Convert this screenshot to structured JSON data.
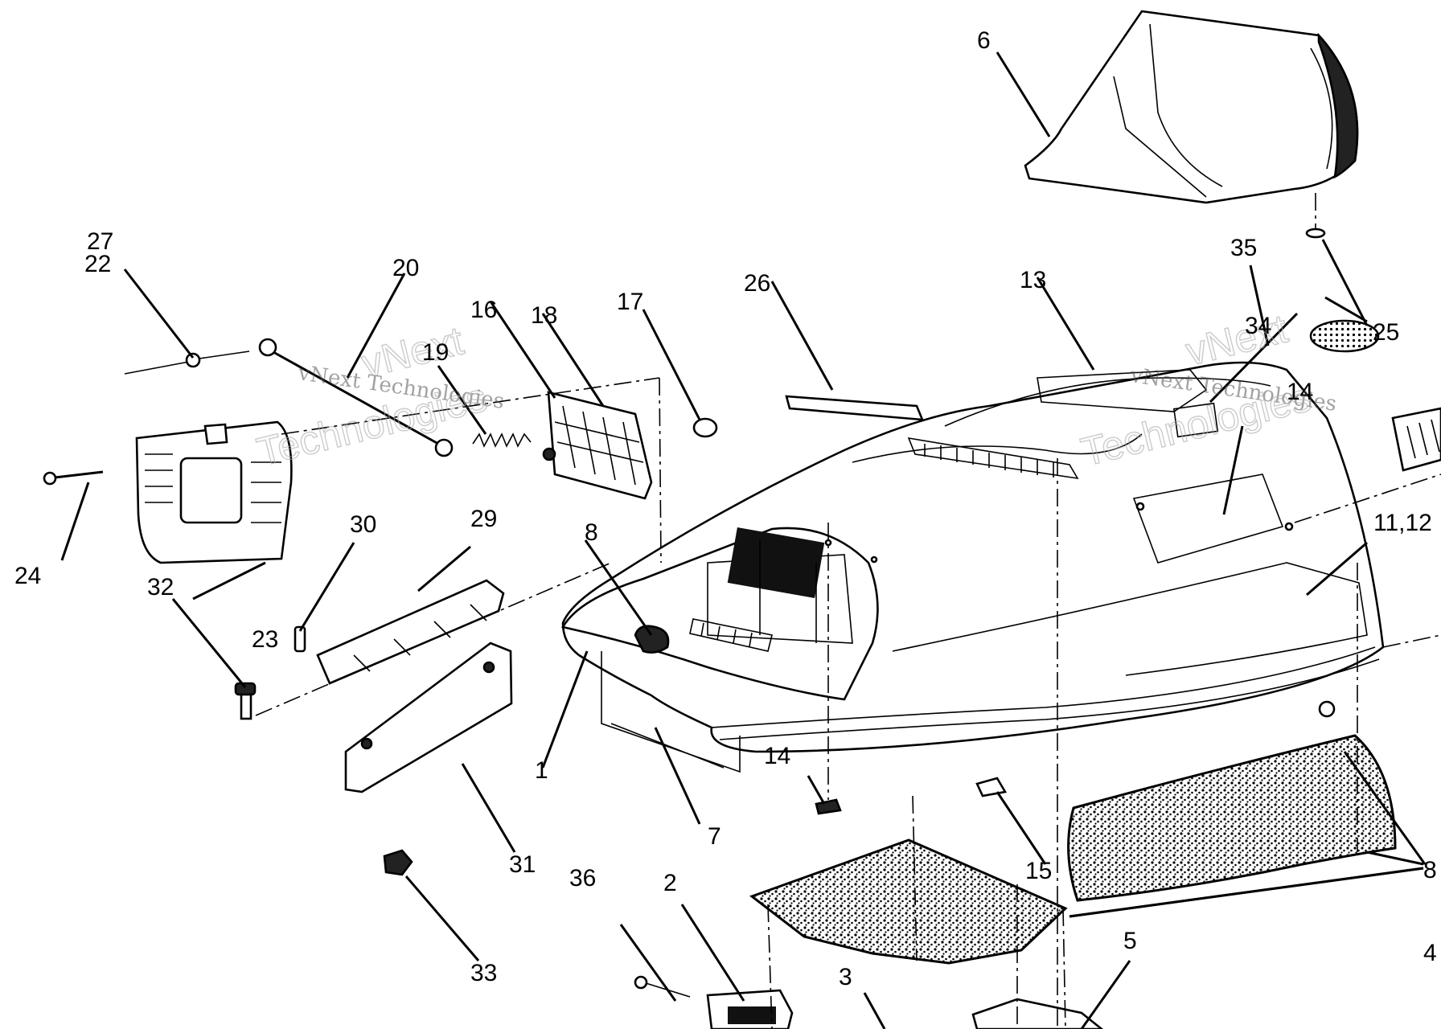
{
  "labels": {
    "l1": "1",
    "l2": "2",
    "l3": "3",
    "l4": "4",
    "l5": "5",
    "l6": "6",
    "l7": "7",
    "l8a": "8",
    "l8b": "8",
    "l11_12": "11,12",
    "l13": "13",
    "l14a": "14",
    "l14b": "14",
    "l15": "15",
    "l16": "16",
    "l17": "17",
    "l18": "18",
    "l19": "19",
    "l20": "20",
    "l22": "22",
    "l23": "23",
    "l24": "24",
    "l25": "25",
    "l26": "26",
    "l27": "27",
    "l29": "29",
    "l30": "30",
    "l31": "31",
    "l32": "32",
    "l33": "33",
    "l34": "34",
    "l35": "35",
    "l36": "36"
  },
  "watermarks": {
    "brand_a": "vNext Technologies",
    "brand_b": "vNext Technologies",
    "outline_a1": "vNext",
    "outline_a2": "Technologies",
    "outline_b1": "vNext",
    "outline_b2": "Technologies"
  },
  "colors": {
    "ink": "#000000",
    "paper": "#ffffff",
    "watermark": "#9a9a9a"
  }
}
